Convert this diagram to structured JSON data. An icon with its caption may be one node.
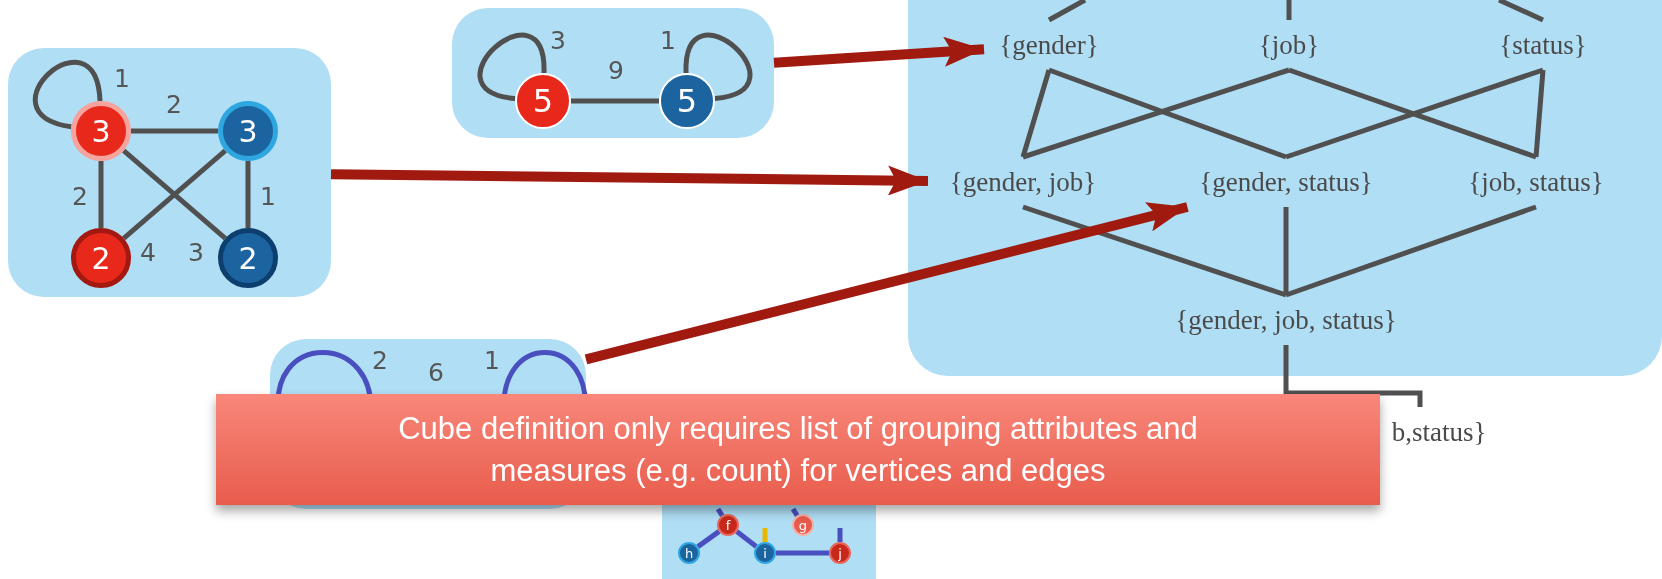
{
  "diagram": {
    "nodes": [
      {
        "text": [],
        "shape": "box"
      },
      {
        "text": [
          "3"
        ],
        "in": 0
      },
      {
        "text": [
          "3"
        ],
        "in": 0
      },
      {
        "text": [
          "2"
        ],
        "in": 0
      },
      {
        "text": [
          "2"
        ],
        "in": 0
      },
      {
        "text": [],
        "shape": "box"
      },
      {
        "text": [
          "5"
        ],
        "in": 5
      },
      {
        "text": [
          "5"
        ],
        "in": 5
      },
      {
        "text": [],
        "shape": "box"
      },
      {
        "text": [
          "{gender}"
        ],
        "in": 8
      },
      {
        "text": [
          "{job}"
        ],
        "in": 8
      },
      {
        "text": [
          "{status}"
        ],
        "in": 8
      },
      {
        "text": [
          "{gender, job}"
        ],
        "in": 8
      },
      {
        "text": [
          "{gender, status}"
        ],
        "in": 8
      },
      {
        "text": [
          "{job, status}"
        ],
        "in": 8
      },
      {
        "text": [
          "{gender, job, status}"
        ],
        "in": 8
      },
      {
        "text": [],
        "shape": "box"
      },
      {
        "text": [],
        "shape": "box"
      },
      {
        "text": [
          "f"
        ],
        "in": 17
      },
      {
        "text": [
          "g"
        ],
        "in": 17
      },
      {
        "text": [
          "h"
        ],
        "in": 17
      },
      {
        "text": [
          "i"
        ],
        "in": 17
      },
      {
        "text": [
          "j"
        ],
        "in": 17
      },
      {
        "text": [
          "Cube definition only requires list of grouping attributes and measures (e.g. count) for vertices and edges"
        ]
      },
      {
        "text": [
          "b,status}"
        ]
      }
    ],
    "edges": [
      {
        "from": 1,
        "to": 1,
        "arrow": "none",
        "label": "1"
      },
      {
        "from": 1,
        "to": 2,
        "arrow": "none",
        "label": "2"
      },
      {
        "from": 1,
        "to": 3,
        "arrow": "none",
        "label": "2"
      },
      {
        "from": 2,
        "to": 4,
        "arrow": "none",
        "label": "1"
      },
      {
        "from": 2,
        "to": 3,
        "arrow": "none",
        "label": "4"
      },
      {
        "from": 1,
        "to": 4,
        "arrow": "none",
        "label": "3"
      },
      {
        "from": 6,
        "to": 6,
        "arrow": "none",
        "label": "3"
      },
      {
        "from": 6,
        "to": 7,
        "arrow": "none",
        "label": "9"
      },
      {
        "from": 7,
        "to": 7,
        "arrow": "none",
        "label": "1"
      },
      {
        "from": null,
        "to": 9,
        "arrow": "none"
      },
      {
        "from": null,
        "to": 10,
        "arrow": "none"
      },
      {
        "from": null,
        "to": 11,
        "arrow": "none"
      },
      {
        "from": 9,
        "to": 12,
        "arrow": "none"
      },
      {
        "from": 9,
        "to": 13,
        "arrow": "none"
      },
      {
        "from": 10,
        "to": 12,
        "arrow": "none"
      },
      {
        "from": 10,
        "to": 14,
        "arrow": "none"
      },
      {
        "from": 11,
        "to": 13,
        "arrow": "none"
      },
      {
        "from": 11,
        "to": 14,
        "arrow": "none"
      },
      {
        "from": 12,
        "to": 15,
        "arrow": "none"
      },
      {
        "from": 13,
        "to": 15,
        "arrow": "none"
      },
      {
        "from": 14,
        "to": 15,
        "arrow": "none"
      },
      {
        "from": 15,
        "to": 24,
        "arrow": "none"
      },
      {
        "from": 5,
        "to": 9,
        "arrow": "to",
        "style": "thick",
        "color": "#a01a10"
      },
      {
        "from": 0,
        "to": 12,
        "arrow": "to",
        "style": "thick",
        "color": "#a01a10"
      },
      {
        "from": 16,
        "to": 13,
        "arrow": "to",
        "style": "thick",
        "color": "#a01a10"
      },
      {
        "from": 18,
        "to": 20,
        "arrow": "none",
        "color": "#4a4fc0"
      },
      {
        "from": 18,
        "to": 21,
        "arrow": "none",
        "color": "#4a4fc0"
      },
      {
        "from": 21,
        "to": 22,
        "arrow": "none",
        "color": "#4a4fc0"
      },
      {
        "from": null,
        "to": 18,
        "arrow": "none",
        "color": "#4a4fc0"
      },
      {
        "from": null,
        "to": 19,
        "arrow": "none",
        "color": "#4a4fc0"
      },
      {
        "from": null,
        "to": 21,
        "arrow": "none",
        "color": "#e8b800"
      },
      {
        "from": null,
        "to": 22,
        "arrow": "none",
        "color": "#4a4fc0"
      }
    ],
    "labels": [
      "2",
      "6",
      "1"
    ]
  }
}
